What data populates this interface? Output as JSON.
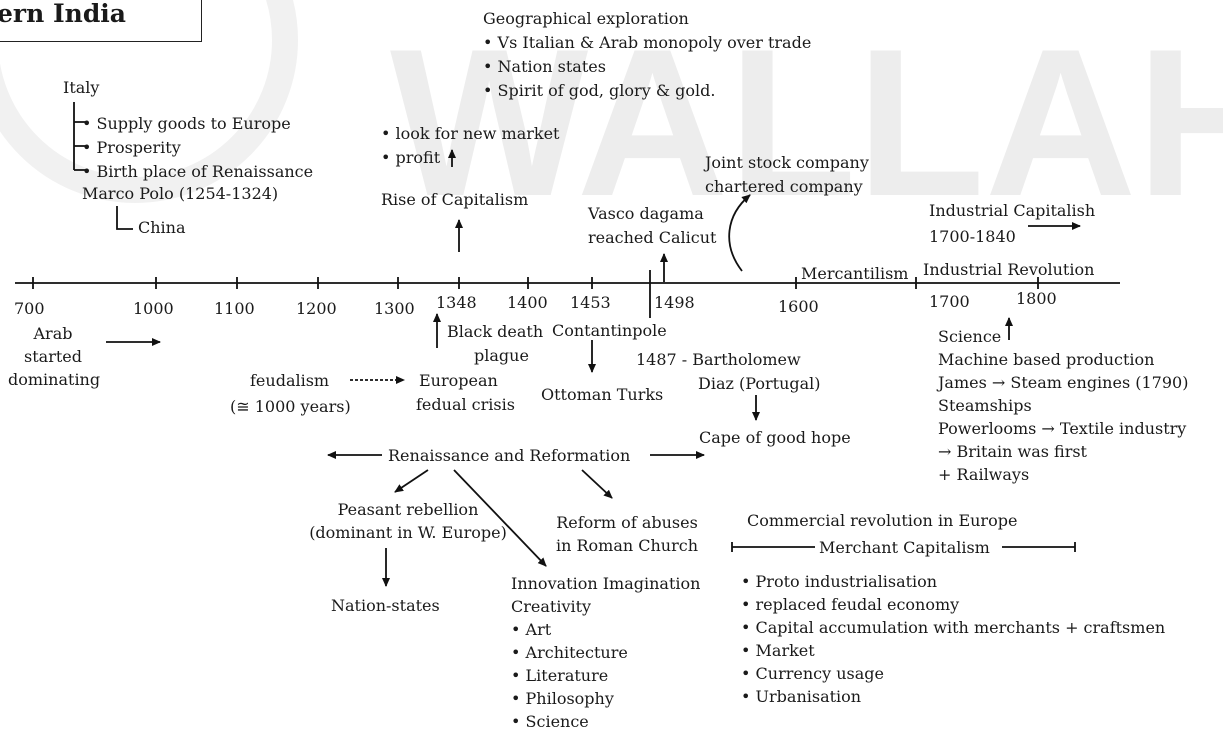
{
  "watermark": "WALLAH",
  "title": "ern India",
  "italy": {
    "heading": "Italy",
    "points": [
      "• Supply goods to Europe",
      "• Prosperity",
      "• Birth place of Renaissance"
    ],
    "marco_polo": "Marco Polo (1254-1324)",
    "china": "China"
  },
  "capitalism": {
    "points": [
      "• look for new market",
      "• profit"
    ],
    "rise": "Rise of Capitalism"
  },
  "exploration": {
    "heading": "Geographical exploration",
    "points": [
      "• Vs Italian & Arab monopoly over trade",
      "• Nation states",
      "• Spirit of god, glory & gold."
    ]
  },
  "joint_stock": [
    "Joint stock company",
    "chartered company"
  ],
  "vasco": [
    "Vasco dagama",
    "reached Calicut"
  ],
  "industrial_capitalism": [
    "Industrial Capitalish",
    "1700-1840"
  ],
  "mercantilism": "Mercantilism",
  "industrial_revolution": "Industrial Revolution",
  "timeline_years": [
    "700",
    "1000",
    "1100",
    "1200",
    "1300",
    "1348",
    "1400",
    "1453",
    "1498",
    "1600",
    "1700",
    "1800"
  ],
  "arab": [
    "Arab",
    "started",
    "dominating"
  ],
  "black_death": [
    "Black death",
    "plague"
  ],
  "constantinople": "Contantinpole",
  "ottoman": "Ottoman Turks",
  "bartholomew": [
    "1487 - Bartholomew",
    "Diaz (Portugal)"
  ],
  "cape": "Cape of good hope",
  "feudalism": [
    "feudalism",
    "(≅ 1000 years)"
  ],
  "european_crisis": [
    "European",
    "fedual crisis"
  ],
  "renaissance": "Renaissance and Reformation",
  "peasant": [
    "Peasant rebellion",
    "(dominant in W. Europe)"
  ],
  "nation_states": "Nation-states",
  "reform": [
    "Reform of abuses",
    "in Roman Church"
  ],
  "innovation": {
    "heading": [
      "Innovation Imagination",
      "Creativity"
    ],
    "points": [
      "• Art",
      "• Architecture",
      "• Literature",
      "• Philosophy",
      "• Science"
    ]
  },
  "commercial": {
    "heading": "Commercial revolution in Europe",
    "merchant": "Merchant Capitalism",
    "points": [
      "• Proto industrialisation",
      "• replaced feudal economy",
      "• Capital accumulation with merchants + craftsmen",
      "• Market",
      "• Currency usage",
      "• Urbanisation"
    ]
  },
  "science": {
    "heading": "Science",
    "points": [
      "Machine based production",
      "James → Steam engines (1790)",
      "Steamships",
      "Powerlooms → Textile industry",
      "→ Britain was first",
      "+ Railways"
    ]
  }
}
